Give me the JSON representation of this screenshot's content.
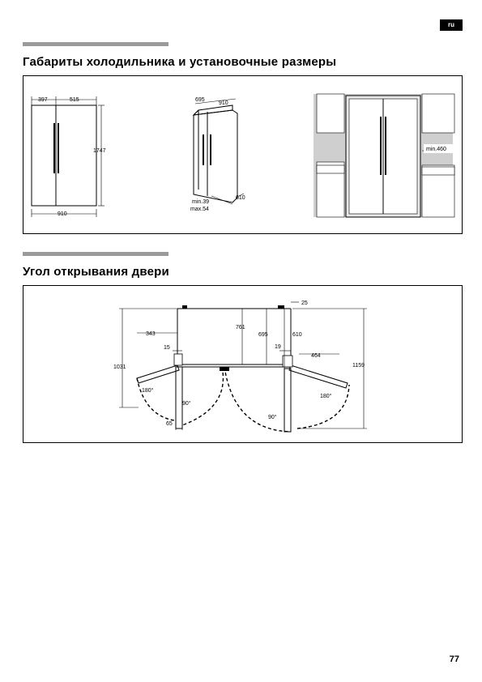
{
  "header": {
    "language_badge": "ru"
  },
  "section1": {
    "title": "Габариты холодильника и установочные размеры",
    "front_view": {
      "width_left": "397",
      "width_right": "515",
      "height": "1747",
      "width_total": "910"
    },
    "side_view": {
      "depth": "695",
      "width": "910",
      "gap_min": "min.39",
      "gap_max": "max.54",
      "base_depth": "610"
    },
    "niche_view": {
      "min_width": "min.460"
    }
  },
  "section2": {
    "title": "Угол открывания двери",
    "dimensions": {
      "d25": "25",
      "d343": "343",
      "d761": "761",
      "d695": "695",
      "d610": "610",
      "d15": "15",
      "d19": "19",
      "d464": "464",
      "d1031": "1031",
      "d1159": "1159",
      "angle_left_180": "180°",
      "angle_left_90": "90°",
      "d65": "65",
      "angle_right_90": "90°",
      "angle_right_180": "180°"
    }
  },
  "footer": {
    "page_number": "77"
  }
}
